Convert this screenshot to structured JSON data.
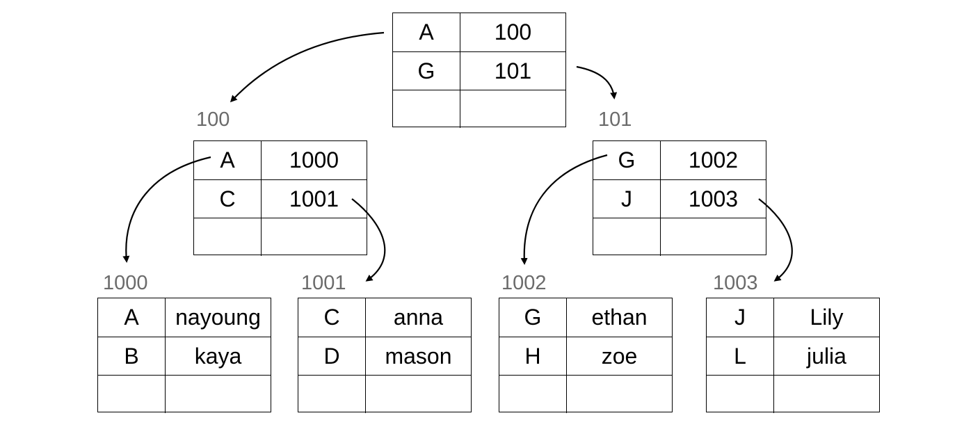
{
  "diagram": {
    "root": {
      "rows": [
        {
          "key": "A",
          "value": "100"
        },
        {
          "key": "G",
          "value": "101"
        },
        {
          "key": "",
          "value": ""
        }
      ]
    },
    "internal_left": {
      "label": "100",
      "rows": [
        {
          "key": "A",
          "value": "1000"
        },
        {
          "key": "C",
          "value": "1001"
        },
        {
          "key": "",
          "value": ""
        }
      ]
    },
    "internal_right": {
      "label": "101",
      "rows": [
        {
          "key": "G",
          "value": "1002"
        },
        {
          "key": "J",
          "value": "1003"
        },
        {
          "key": "",
          "value": ""
        }
      ]
    },
    "leaves": [
      {
        "label": "1000",
        "rows": [
          {
            "key": "A",
            "value": "nayoung"
          },
          {
            "key": "B",
            "value": "kaya"
          },
          {
            "key": "",
            "value": ""
          }
        ]
      },
      {
        "label": "1001",
        "rows": [
          {
            "key": "C",
            "value": "anna"
          },
          {
            "key": "D",
            "value": "mason"
          },
          {
            "key": "",
            "value": ""
          }
        ]
      },
      {
        "label": "1002",
        "rows": [
          {
            "key": "G",
            "value": "ethan"
          },
          {
            "key": "H",
            "value": "zoe"
          },
          {
            "key": "",
            "value": ""
          }
        ]
      },
      {
        "label": "1003",
        "rows": [
          {
            "key": "J",
            "value": "Lily"
          },
          {
            "key": "L",
            "value": "julia"
          },
          {
            "key": "",
            "value": ""
          }
        ]
      }
    ],
    "colors": {
      "line": "#000000",
      "label": "#6b6b6b",
      "text": "#000000"
    }
  }
}
